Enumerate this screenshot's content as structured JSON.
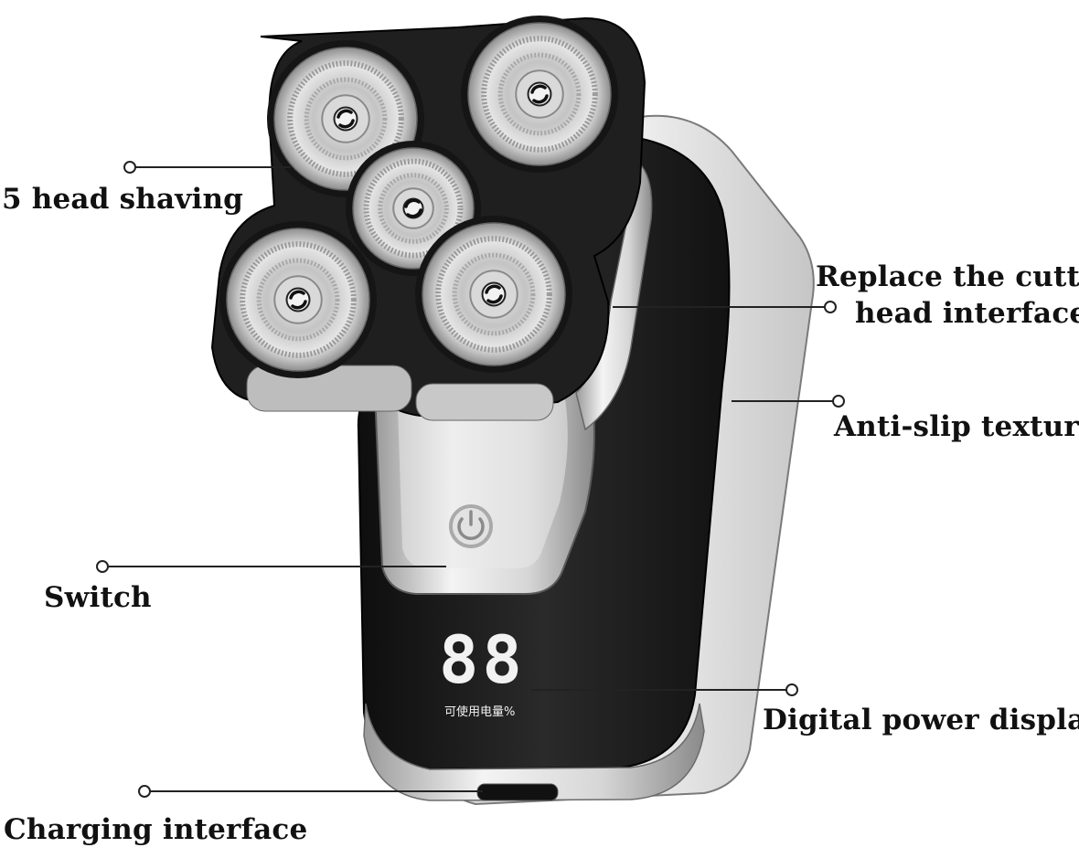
{
  "callouts": {
    "five_head": "5 head shaving",
    "replace_line1": "Replace the cutter",
    "replace_line2": "head interface",
    "anti_slip": "Anti-slip texture",
    "switch": "Switch",
    "digital_display": "Digital power display",
    "charging": "Charging interface"
  },
  "display": {
    "digits": "88",
    "caption": "可使用电量%"
  },
  "icons": {
    "power": "power-icon"
  },
  "colors": {
    "body_dark": "#1c1c1c",
    "silver": "#cfcfcf",
    "text": "#111111"
  }
}
